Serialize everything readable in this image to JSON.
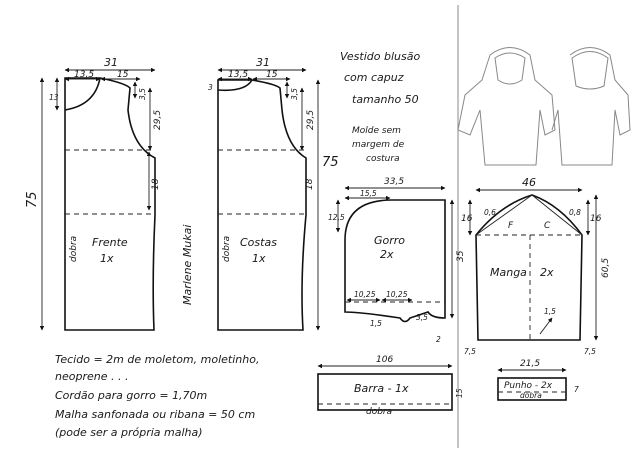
{
  "title": {
    "line1": "Vestido blusão",
    "line2": "com capuz",
    "line3": "tamanho 50"
  },
  "note": {
    "line1": "Molde sem",
    "line2": "margem de",
    "line3": "costura"
  },
  "signature": "Marlene Mukai",
  "front": {
    "label": "Frente",
    "qty": "1x",
    "fold": "dobra",
    "width": "31",
    "neck": "13,5",
    "shoulder": "15",
    "m_neck_depth": "13",
    "m_shoulder_drop": "3,5",
    "m_armhole": "29,5",
    "m_side": "18",
    "m_length": "75"
  },
  "back": {
    "label": "Costas",
    "qty": "1x",
    "fold": "dobra",
    "width": "31",
    "neck": "13,5",
    "shoulder": "15",
    "m_neck_depth": "3",
    "m_shoulder_drop": "3,5",
    "m_armhole": "29,5",
    "m_length": "75",
    "m_side": "18"
  },
  "hood": {
    "label": "Gorro",
    "qty": "2x",
    "width": "33,5",
    "top": "15,5",
    "side_top": "12,5",
    "height": "35",
    "bottom_left": "10,25",
    "bottom_right": "10,25",
    "dart_a": "1,5",
    "dart_b": "3,5",
    "dart_c": "2"
  },
  "sleeve": {
    "label": "Manga",
    "qty": "2x",
    "width": "46",
    "side_left": "16",
    "side_right": "16",
    "front_mark": "F",
    "back_mark": "C",
    "curve_a": "0,6",
    "curve_b": "0,8",
    "length": "60,5",
    "cuff_left": "7,5",
    "cuff_right": "7,5",
    "notch": "1,5"
  },
  "band": {
    "label": "Barra - 1x",
    "fold": "dobra",
    "width": "106",
    "height": "15"
  },
  "cuff": {
    "label": "Punho - 2x",
    "fold": "dobra",
    "width": "21,5",
    "height": "7"
  },
  "materials": {
    "line1": "Tecido = 2m   de moletom, moletinho,",
    "line2": "neoprene . . .",
    "line3": "Cordão para gorro = 1,70m",
    "line4": "Malha sanfonada ou ribana = 50 cm",
    "line5": "(pode ser a própria malha)"
  }
}
